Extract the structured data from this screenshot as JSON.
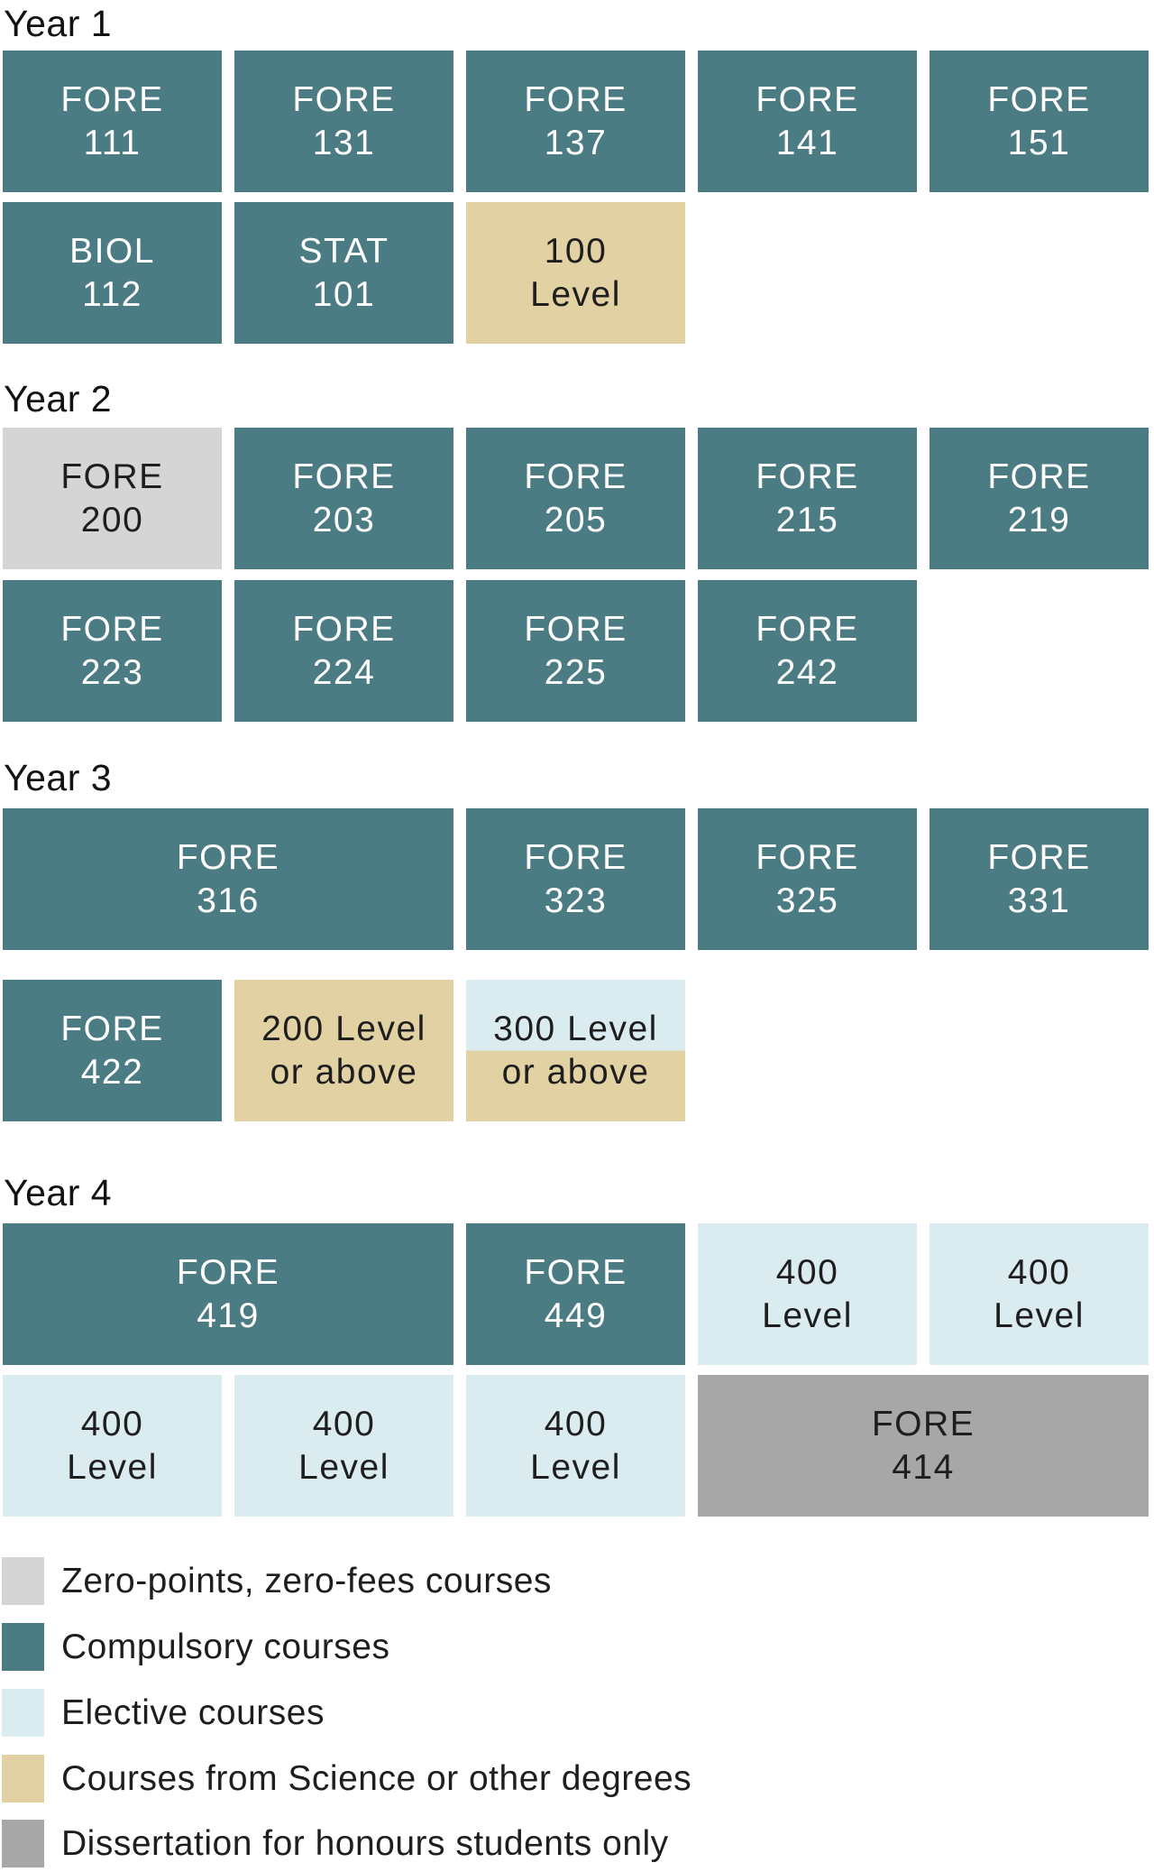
{
  "colors": {
    "compulsory": "#4c7c83",
    "science": "#e1d1a3",
    "elective": "#dbecf0",
    "zero": "#d5d5d5",
    "dissertation": "#a7a7a7",
    "text_light": "#ffffff",
    "text_dark": "#1e1e1e",
    "heading": "#121212",
    "background": "#ffffff"
  },
  "years": [
    {
      "label": "Year 1",
      "rows": [
        {
          "blocks": [
            {
              "col": 0,
              "span": 1,
              "type": "compulsory",
              "lines": [
                "FORE",
                "111"
              ]
            },
            {
              "col": 1,
              "span": 1,
              "type": "compulsory",
              "lines": [
                "FORE",
                "131"
              ]
            },
            {
              "col": 2,
              "span": 1,
              "type": "compulsory",
              "lines": [
                "FORE",
                "137"
              ]
            },
            {
              "col": 3,
              "span": 1,
              "type": "compulsory",
              "lines": [
                "FORE",
                "141"
              ]
            },
            {
              "col": 4,
              "span": 1,
              "type": "compulsory",
              "lines": [
                "FORE",
                "151"
              ]
            }
          ]
        },
        {
          "blocks": [
            {
              "col": 0,
              "span": 1,
              "type": "compulsory",
              "lines": [
                "BIOL",
                "112"
              ]
            },
            {
              "col": 1,
              "span": 1,
              "type": "compulsory",
              "lines": [
                "STAT",
                "101"
              ]
            },
            {
              "col": 2,
              "span": 1,
              "type": "science",
              "lines": [
                "100",
                "Level"
              ]
            }
          ]
        }
      ]
    },
    {
      "label": "Year 2",
      "rows": [
        {
          "blocks": [
            {
              "col": 0,
              "span": 1,
              "type": "zero",
              "lines": [
                "FORE",
                "200"
              ]
            },
            {
              "col": 1,
              "span": 1,
              "type": "compulsory",
              "lines": [
                "FORE",
                "203"
              ]
            },
            {
              "col": 2,
              "span": 1,
              "type": "compulsory",
              "lines": [
                "FORE",
                "205"
              ]
            },
            {
              "col": 3,
              "span": 1,
              "type": "compulsory",
              "lines": [
                "FORE",
                "215"
              ]
            },
            {
              "col": 4,
              "span": 1,
              "type": "compulsory",
              "lines": [
                "FORE",
                "219"
              ]
            }
          ]
        },
        {
          "blocks": [
            {
              "col": 0,
              "span": 1,
              "type": "compulsory",
              "lines": [
                "FORE",
                "223"
              ]
            },
            {
              "col": 1,
              "span": 1,
              "type": "compulsory",
              "lines": [
                "FORE",
                "224"
              ]
            },
            {
              "col": 2,
              "span": 1,
              "type": "compulsory",
              "lines": [
                "FORE",
                "225"
              ]
            },
            {
              "col": 3,
              "span": 1,
              "type": "compulsory",
              "lines": [
                "FORE",
                "242"
              ]
            }
          ]
        }
      ]
    },
    {
      "label": "Year 3",
      "rows": [
        {
          "blocks": [
            {
              "col": 0,
              "span": 2,
              "type": "compulsory",
              "lines": [
                "FORE",
                "316"
              ]
            },
            {
              "col": 2,
              "span": 1,
              "type": "compulsory",
              "lines": [
                "FORE",
                "323"
              ]
            },
            {
              "col": 3,
              "span": 1,
              "type": "compulsory",
              "lines": [
                "FORE",
                "325"
              ]
            },
            {
              "col": 4,
              "span": 1,
              "type": "compulsory",
              "lines": [
                "FORE",
                "331"
              ]
            }
          ]
        },
        {
          "blocks": [
            {
              "col": 0,
              "span": 1,
              "type": "compulsory",
              "lines": [
                "FORE",
                "422"
              ]
            },
            {
              "col": 1,
              "span": 1,
              "type": "science",
              "lines": [
                "200 Level",
                "or above"
              ]
            },
            {
              "col": 2,
              "span": 1,
              "type": "elective_science_split",
              "lines": [
                "300 Level",
                "or above"
              ]
            }
          ]
        }
      ]
    },
    {
      "label": "Year 4",
      "rows": [
        {
          "blocks": [
            {
              "col": 0,
              "span": 2,
              "type": "compulsory",
              "lines": [
                "FORE",
                "419"
              ]
            },
            {
              "col": 2,
              "span": 1,
              "type": "compulsory",
              "lines": [
                "FORE",
                "449"
              ]
            },
            {
              "col": 3,
              "span": 1,
              "type": "elective",
              "lines": [
                "400",
                "Level"
              ]
            },
            {
              "col": 4,
              "span": 1,
              "type": "elective",
              "lines": [
                "400",
                "Level"
              ]
            }
          ]
        },
        {
          "blocks": [
            {
              "col": 0,
              "span": 1,
              "type": "elective",
              "lines": [
                "400",
                "Level"
              ]
            },
            {
              "col": 1,
              "span": 1,
              "type": "elective",
              "lines": [
                "400",
                "Level"
              ]
            },
            {
              "col": 2,
              "span": 1,
              "type": "elective",
              "lines": [
                "400",
                "Level"
              ]
            },
            {
              "col": 3,
              "span": 2,
              "type": "dissertation",
              "lines": [
                "FORE",
                "414"
              ]
            }
          ]
        }
      ]
    }
  ],
  "legend": {
    "items": [
      {
        "type": "zero",
        "label": "Zero-points, zero-fees courses"
      },
      {
        "type": "compulsory",
        "label": "Compulsory courses"
      },
      {
        "type": "elective",
        "label": "Elective courses"
      },
      {
        "type": "science",
        "label": "Courses from Science or other degrees"
      },
      {
        "type": "dissertation",
        "label": "Dissertation for honours students only"
      }
    ]
  }
}
